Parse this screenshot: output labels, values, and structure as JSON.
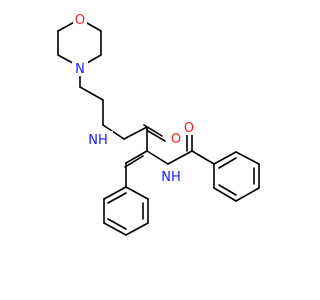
{
  "molecule": {
    "atoms": {
      "morpholine_o": "O",
      "morpholine_n": "N",
      "amide_nh_1": "NH",
      "amide_o_1": "O",
      "amide_nh_2": "NH",
      "amide_o_2": "O"
    }
  },
  "colors": {
    "bond": "#000000",
    "nitrogen": "#1a1aff",
    "oxygen": "#ff2020",
    "background": "#ffffff"
  }
}
